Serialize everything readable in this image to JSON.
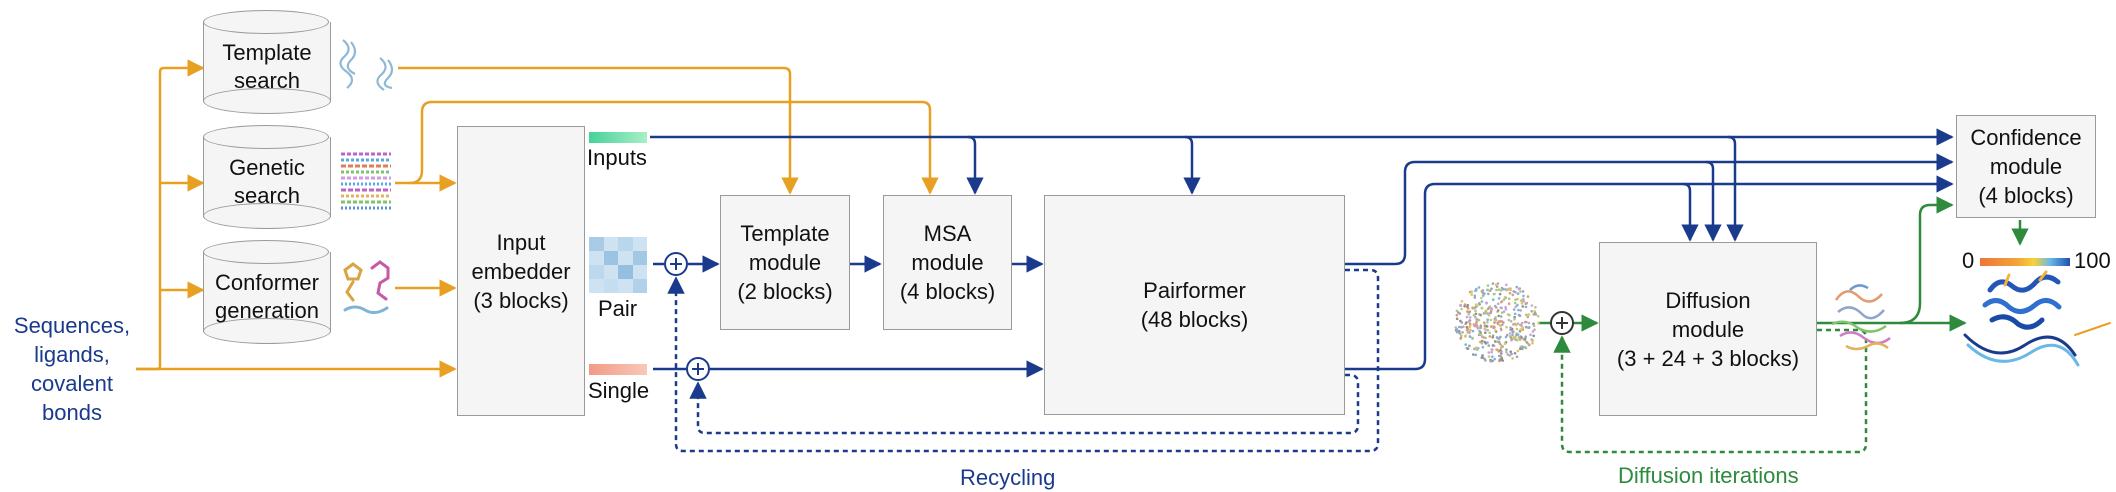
{
  "inputs_label": "Sequences,\nligands,\ncovalent\nbonds",
  "databases": {
    "template_search": "Template\nsearch",
    "genetic_search": "Genetic\nsearch",
    "conformer_generation": "Conformer\ngeneration"
  },
  "modules": {
    "input_embedder": "Input\nembedder\n(3 blocks)",
    "template_module": "Template\nmodule\n(2 blocks)",
    "msa_module": "MSA\nmodule\n(4 blocks)",
    "pairformer": "Pairformer\n(48 blocks)",
    "diffusion_module": "Diffusion\nmodule\n(3 + 24 + 3 blocks)",
    "confidence_module": "Confidence\nmodule\n(4 blocks)"
  },
  "representations": {
    "inputs": "Inputs",
    "pair": "Pair",
    "single": "Single"
  },
  "loops": {
    "recycling": "Recycling",
    "diffusion_iterations": "Diffusion iterations"
  },
  "confidence_scale": {
    "min": "0",
    "max": "100"
  },
  "colors": {
    "orange": "#e8a023",
    "blue": "#1a3a8c",
    "green": "#2e8b3e",
    "box_fill": "#f5f5f5",
    "box_border": "#9a9a9a"
  }
}
